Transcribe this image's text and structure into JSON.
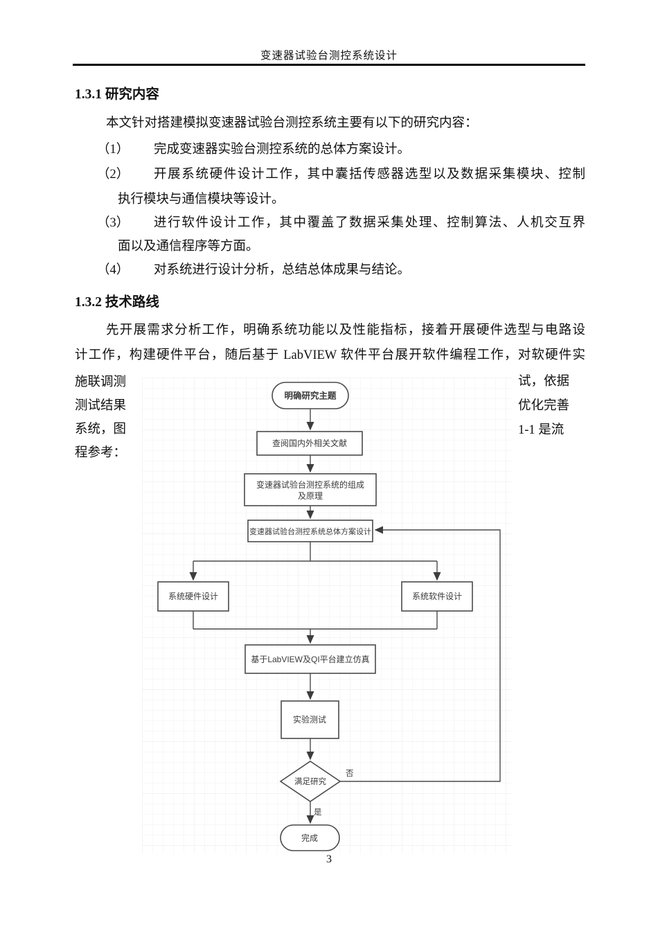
{
  "header": {
    "title": "变速器试验台测控系统设计"
  },
  "footer": {
    "page_number": "3"
  },
  "section_research": {
    "heading": "1.3.1 研究内容",
    "intro": "本文针对搭建模拟变速器试验台测控系统主要有以下的研究内容：",
    "items": [
      {
        "label": "（1）",
        "line1": "完成变速器实验台测控系统的总体方案设计。",
        "line2": ""
      },
      {
        "label": "（2）",
        "line1": "开展系统硬件设计工作，其中囊括传感器选型以及数据采集模块、控制",
        "line2": "执行模块与通信模块等设计。"
      },
      {
        "label": "（3）",
        "line1": "进行软件设计工作，其中覆盖了数据采集处理、控制算法、人机交互界",
        "line2": "面以及通信程序等方面。"
      },
      {
        "label": "（4）",
        "line1": "对系统进行设计分析，总结总体成果与结论。",
        "line2": ""
      }
    ]
  },
  "section_route": {
    "heading": "1.3.2 技术路线",
    "para_line1": "先开展需求分析工作，明确系统功能以及性能指标，接着开展硬件选型与电路设",
    "para_line2": "计工作，构建硬件平台，随后基于 LabVIEW 软件平台展开软件编程工作，对软硬件实",
    "wrap_left_lines": [
      "施联调测",
      "测试结果",
      "系统，图",
      "程参考："
    ],
    "wrap_right_lines": [
      "试，依据",
      "优化完善",
      "1-1 是流"
    ]
  },
  "flowchart": {
    "node_start": "明确研究主题",
    "node_literature": "查阅国内外相关文献",
    "node_composition_line1": "变速器试验台测控系统的组成",
    "node_composition_line2": "及原理",
    "node_overall": "变速器试验台测控系统总体方案设计",
    "node_hardware": "系统硬件设计",
    "node_software": "系统软件设计",
    "node_simulation": "基于LabVIEW及QI平台建立仿真",
    "node_test": "实验测试",
    "node_decision": "满足研究",
    "label_no": "否",
    "label_yes": "是",
    "node_end": "完成",
    "colors": {
      "line": "#4a4a4a",
      "text": "#3a3a3a",
      "grid_minor": "#f1f1f1",
      "grid_major": "#e8e8e8"
    }
  }
}
